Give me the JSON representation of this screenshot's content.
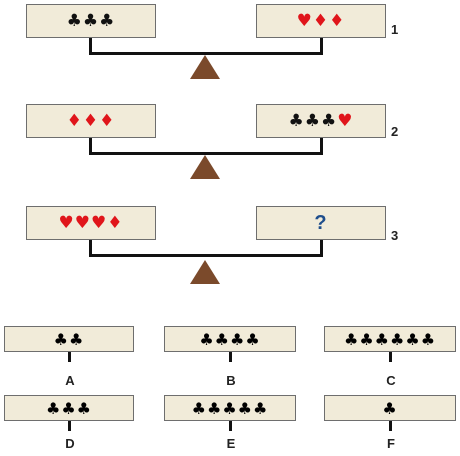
{
  "scales": [
    {
      "number": "1",
      "left": [
        {
          "s": "♣",
          "c": "blk"
        },
        {
          "s": "♣",
          "c": "blk"
        },
        {
          "s": "♣",
          "c": "blk"
        }
      ],
      "right": [
        {
          "s": "♥",
          "c": "red"
        },
        {
          "s": "♦",
          "c": "red"
        },
        {
          "s": "♦",
          "c": "red"
        }
      ]
    },
    {
      "number": "2",
      "left": [
        {
          "s": "♦",
          "c": "red"
        },
        {
          "s": "♦",
          "c": "red"
        },
        {
          "s": "♦",
          "c": "red"
        }
      ],
      "right": [
        {
          "s": "♣",
          "c": "blk"
        },
        {
          "s": "♣",
          "c": "blk"
        },
        {
          "s": "♣",
          "c": "blk"
        },
        {
          "s": "♥",
          "c": "red"
        }
      ]
    },
    {
      "number": "3",
      "left": [
        {
          "s": "♥",
          "c": "red"
        },
        {
          "s": "♥",
          "c": "red"
        },
        {
          "s": "♥",
          "c": "red"
        },
        {
          "s": "♦",
          "c": "red"
        }
      ],
      "right_unknown": "?"
    }
  ],
  "options": [
    {
      "label": "A",
      "symbols": "♣♣"
    },
    {
      "label": "B",
      "symbols": "♣♣♣♣"
    },
    {
      "label": "C",
      "symbols": "♣♣♣♣♣♣"
    },
    {
      "label": "D",
      "symbols": "♣♣♣"
    },
    {
      "label": "E",
      "symbols": "♣♣♣♣♣"
    },
    {
      "label": "F",
      "symbols": "♣"
    }
  ],
  "colors": {
    "pan": "#f1ebd9",
    "fulcrum": "#7b4a2b",
    "red_suit": "#e0151b",
    "question": "#1f4e8c"
  }
}
